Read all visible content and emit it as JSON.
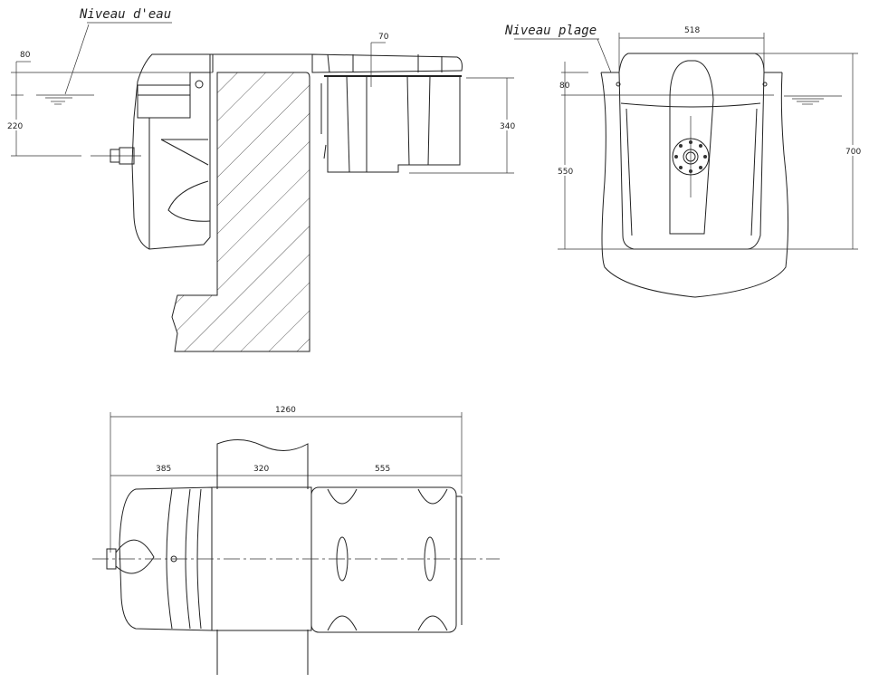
{
  "labels": {
    "water_level": "Niveau d'eau",
    "beach_level": "Niveau plage"
  },
  "side_view": {
    "dim_top": "80",
    "dim_inlet": "220",
    "dim_lid": "70",
    "dim_height": "340"
  },
  "front_view": {
    "dim_width": "518",
    "dim_top": "80",
    "dim_body": "550",
    "dim_total": "700"
  },
  "top_view": {
    "dim_total": "1260",
    "dim_a": "385",
    "dim_b": "320",
    "dim_c": "555"
  }
}
